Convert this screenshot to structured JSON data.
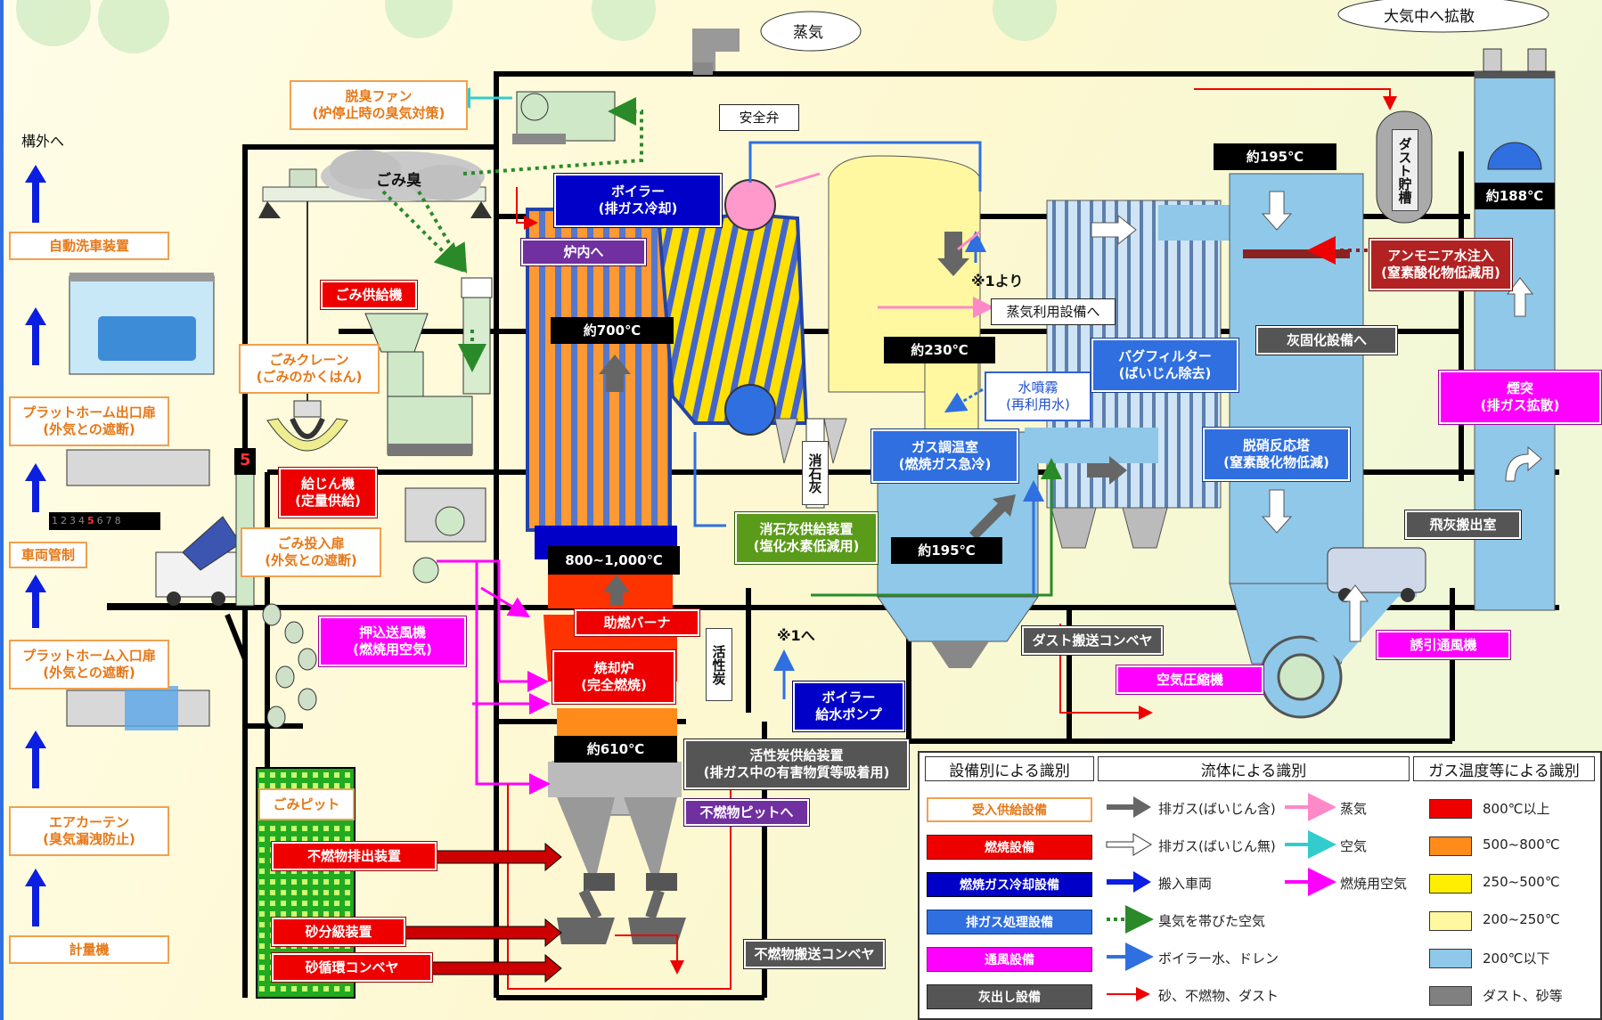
{
  "clouds": {
    "steam": "蒸気",
    "atmosphere": "大気中へ拡散",
    "odor": "ごみ臭"
  },
  "left_flow": {
    "outside": "構外へ",
    "steps": [
      "自動洗車装置",
      "プラットホーム出口扉\n(外気との遮断)",
      "車両管制",
      "プラットホーム入口扉\n(外気との遮断)",
      "エアカーテン\n(臭気漏洩防止)",
      "計量機"
    ],
    "gate_number": "5",
    "lane_numbers": [
      "1",
      "2",
      "3",
      "4",
      "5",
      "6",
      "7",
      "8"
    ]
  },
  "labels": {
    "deodor_fan": "脱臭ファン\n(炉停止時の臭気対策)",
    "waste_feeder": "ごみ供給機",
    "waste_crane": "ごみクレーン\n(ごみのかくはん)",
    "dust_feeder": "給じん機\n(定量供給)",
    "waste_door": "ごみ投入扉\n(外気との遮断)",
    "push_fan": "押込送風機\n(燃焼用空気)",
    "waste_pit": "ごみピット",
    "incomb_discharge": "不燃物排出装置",
    "sand_classifier": "砂分級装置",
    "sand_conveyor": "砂循環コンベヤ",
    "boiler": "ボイラー\n(排ガス冷却)",
    "to_furnace": "炉内へ",
    "safety_valve": "安全弁",
    "aux_burner": "助燃バーナ",
    "incinerator": "焼却炉\n(完全燃焼)",
    "activated_carbon": "活性炭",
    "slaked_lime": "消石灰",
    "slaked_lime_feeder": "消石灰供給装置\n(塩化水素低減用)",
    "to_note1": "※1へ",
    "from_note1": "※1より",
    "boiler_pump": "ボイラー\n給水ポンプ",
    "carbon_feeder": "活性炭供給装置\n(排ガス中の有害物質等吸着用)",
    "to_incomb_pit": "不燃物ピットへ",
    "incomb_conveyor": "不燃物搬送コンベヤ",
    "steam_use": "蒸気利用設備へ",
    "water_mist": "水噴霧\n(再利用水)",
    "gas_cooler": "ガス調温室\n(燃焼ガス急冷)",
    "bag_filter": "バグフィルター\n(ばいじん除去)",
    "dust_conveyor": "ダスト搬送コンベヤ",
    "air_compressor": "空気圧縮機",
    "dust_storage": "ダスト貯槽",
    "ammonia": "アンモニア水注入\n(窒素酸化物低減用)",
    "ash_solidify": "灰固化設備へ",
    "denitration": "脱硝反応塔\n(窒素酸化物低減)",
    "fly_ash": "飛灰搬出室",
    "induced_fan": "誘引通風機",
    "chimney": "煙突\n(排ガス拡散)"
  },
  "temperatures": {
    "t700": "約700℃",
    "t800": "800~1,000℃",
    "t610": "約610℃",
    "t230": "約230℃",
    "t195a": "約195℃",
    "t195b": "約195℃",
    "t188": "約188℃"
  },
  "legend": {
    "headers": [
      "設備別による識別",
      "流体による識別",
      "ガス温度等による識別"
    ],
    "equipment": [
      "受入供給設備",
      "燃焼設備",
      "燃焼ガス冷却設備",
      "排ガス処理設備",
      "通風設備",
      "灰出し設備"
    ],
    "equipment_colors": [
      "#ffffff",
      "#ee0000",
      "#0000c8",
      "#2f6fe0",
      "#ff00ff",
      "#555555"
    ],
    "fluids_left": [
      "排ガス(ばいじん含)",
      "排ガス(ばいじん無)",
      "搬入車両",
      "臭気を帯びた空気",
      "ボイラー水、ドレン",
      "砂、不燃物、ダスト"
    ],
    "fluids_right": [
      "蒸気",
      "空気",
      "燃焼用空気"
    ],
    "temps": [
      "800℃以上",
      "500~800℃",
      "250~500℃",
      "200~250℃",
      "200℃以下",
      "ダスト、砂等"
    ],
    "temp_colors": [
      "#ee0000",
      "#ff8c1a",
      "#ffee00",
      "#fff8a0",
      "#8fc8e8",
      "#808080"
    ]
  }
}
